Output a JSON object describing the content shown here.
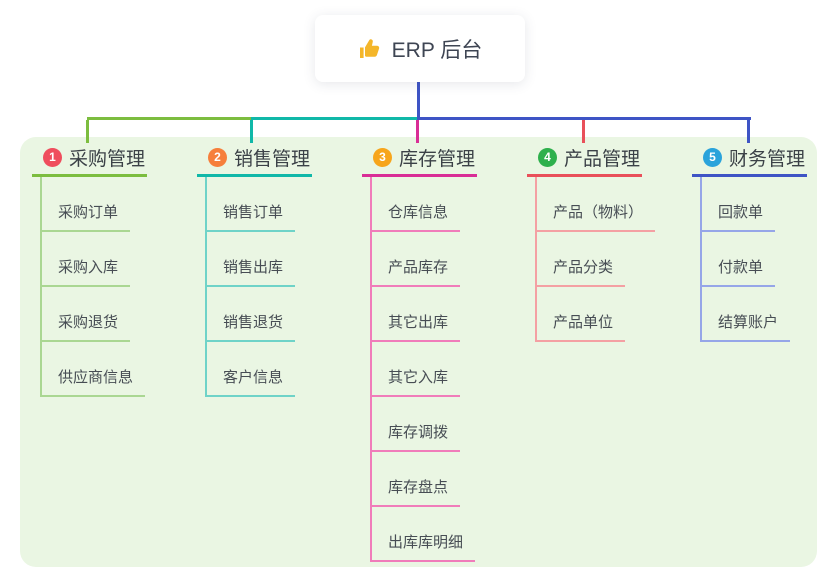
{
  "root": {
    "title": "ERP 后台",
    "icon": "thumbs-up-icon",
    "icon_color": "#f4b62a",
    "card_bg": "#ffffff",
    "text_color": "#3e4553"
  },
  "connector": {
    "root_color": "#3e54c5"
  },
  "panel": {
    "bg": "#eaf6e3"
  },
  "branches": [
    {
      "index": "1",
      "label": "采购管理",
      "badge_color": "#ef4d5d",
      "line_color": "#7cbd3f",
      "child_line_color": "#aad792",
      "children": [
        "采购订单",
        "采购入库",
        "采购退货",
        "供应商信息"
      ]
    },
    {
      "index": "2",
      "label": "销售管理",
      "badge_color": "#f67f3b",
      "line_color": "#10b8a8",
      "child_line_color": "#6fd3c8",
      "children": [
        "销售订单",
        "销售出库",
        "销售退货",
        "客户信息"
      ]
    },
    {
      "index": "3",
      "label": "库存管理",
      "badge_color": "#f7a51b",
      "line_color": "#d92d96",
      "child_line_color": "#f07cba",
      "children": [
        "仓库信息",
        "产品库存",
        "其它出库",
        "其它入库",
        "库存调拨",
        "库存盘点",
        "出库库明细"
      ]
    },
    {
      "index": "4",
      "label": "产品管理",
      "badge_color": "#2eb04c",
      "line_color": "#e9505a",
      "child_line_color": "#f4a0a3",
      "children": [
        "产品（物料）",
        "产品分类",
        "产品单位"
      ]
    },
    {
      "index": "5",
      "label": "财务管理",
      "badge_color": "#2aa3db",
      "line_color": "#3e54c5",
      "child_line_color": "#96a6e8",
      "children": [
        "回款单",
        "付款单",
        "结算账户"
      ]
    }
  ]
}
